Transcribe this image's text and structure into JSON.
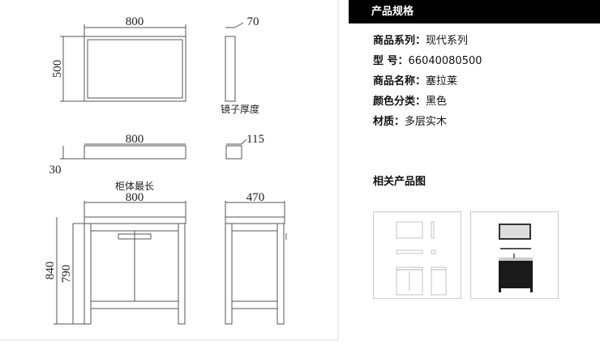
{
  "drawing": {
    "mirror_width": "800",
    "mirror_height": "500",
    "mirror_thickness": "70",
    "mirror_thickness_label": "镜子厚度",
    "shelf_width": "800",
    "shelf_height": "30",
    "shelf_depth": "115",
    "cabinet_label": "柜体最长",
    "cabinet_width": "800",
    "cabinet_depth": "470",
    "cabinet_total_height": "840",
    "cabinet_body_height": "790"
  },
  "header": {
    "title": "产品规格"
  },
  "specs": [
    {
      "label": "商品系列：",
      "value": "现代系列"
    },
    {
      "label": "型 号：",
      "value": "66040080500"
    },
    {
      "label": "商品名称：",
      "value": "塞拉莱"
    },
    {
      "label": "颜色分类：",
      "value": "黑色"
    },
    {
      "label": "材质：",
      "value": "多层实木"
    }
  ],
  "related": {
    "title": "相关产品图"
  }
}
